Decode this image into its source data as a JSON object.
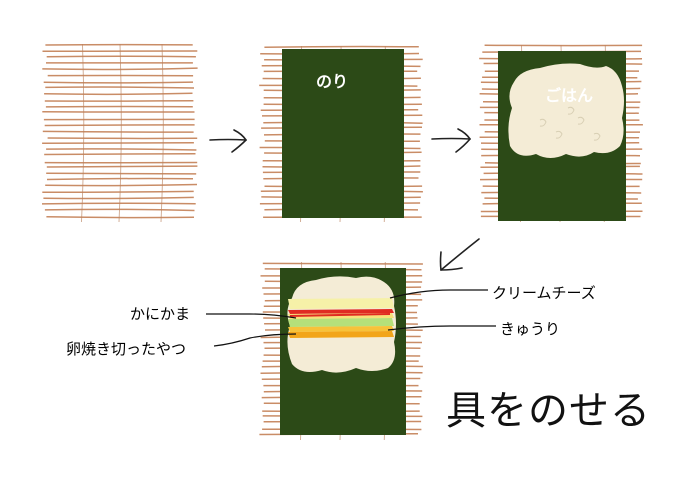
{
  "steps": [
    {
      "label": ""
    },
    {
      "label": "のり"
    },
    {
      "label": "ごはん"
    }
  ],
  "fillings": {
    "kanikama": "かにかま",
    "tamagoyaki": "卵焼き切ったやつ",
    "cream_cheese": "クリームチーズ",
    "kyuuri": "きゅうり"
  },
  "caption": "具をのせる",
  "colors": {
    "mat": "#c98c66",
    "nori": "#2c4a17",
    "rice": "#f4ecd6",
    "kanikama": "#e02b22",
    "cucumber": "#b5e07a",
    "tamagoyaki": "#f2a51a",
    "cheese": "#f6f1a8"
  }
}
